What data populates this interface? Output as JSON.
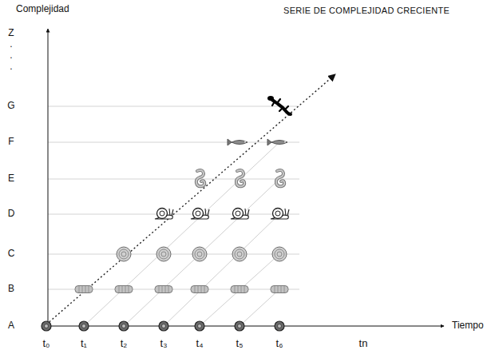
{
  "diagram": {
    "title": "SERIE DE COMPLEJIDAD CRECIENTE",
    "labels": [
      "Complejidad",
      "Z",
      ".",
      ".",
      ".",
      "G",
      "F",
      "E",
      "D",
      "C",
      "B",
      "A",
      "Tiempo",
      "t₀",
      "t₁",
      "t₂",
      "t₃",
      "t₄",
      "t₅",
      "t₆",
      "tn"
    ]
  }
}
